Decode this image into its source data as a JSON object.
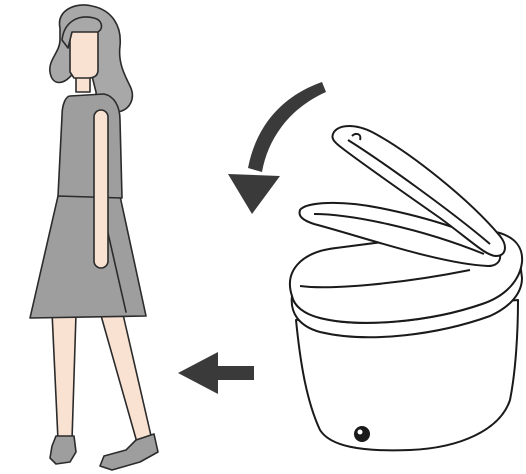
{
  "illustration": {
    "figure": {
      "icon": "walking-woman",
      "hair_color": "#a8a8a8",
      "clothing_color": "#9e9e9e",
      "skin_color": "#f9e2d2",
      "outline_color": "#2b2b2b"
    },
    "lid_arrow": {
      "icon": "curved-arrow-down",
      "color": "#3a3a3a"
    },
    "away_arrow": {
      "icon": "arrow-left",
      "color": "#3a3a3a"
    },
    "toilet": {
      "icon": "smart-toilet-lid-closing",
      "body_color": "#ffffff",
      "outline_color": "#1a1a1a",
      "sensor_color": "#1a1a1a"
    }
  }
}
